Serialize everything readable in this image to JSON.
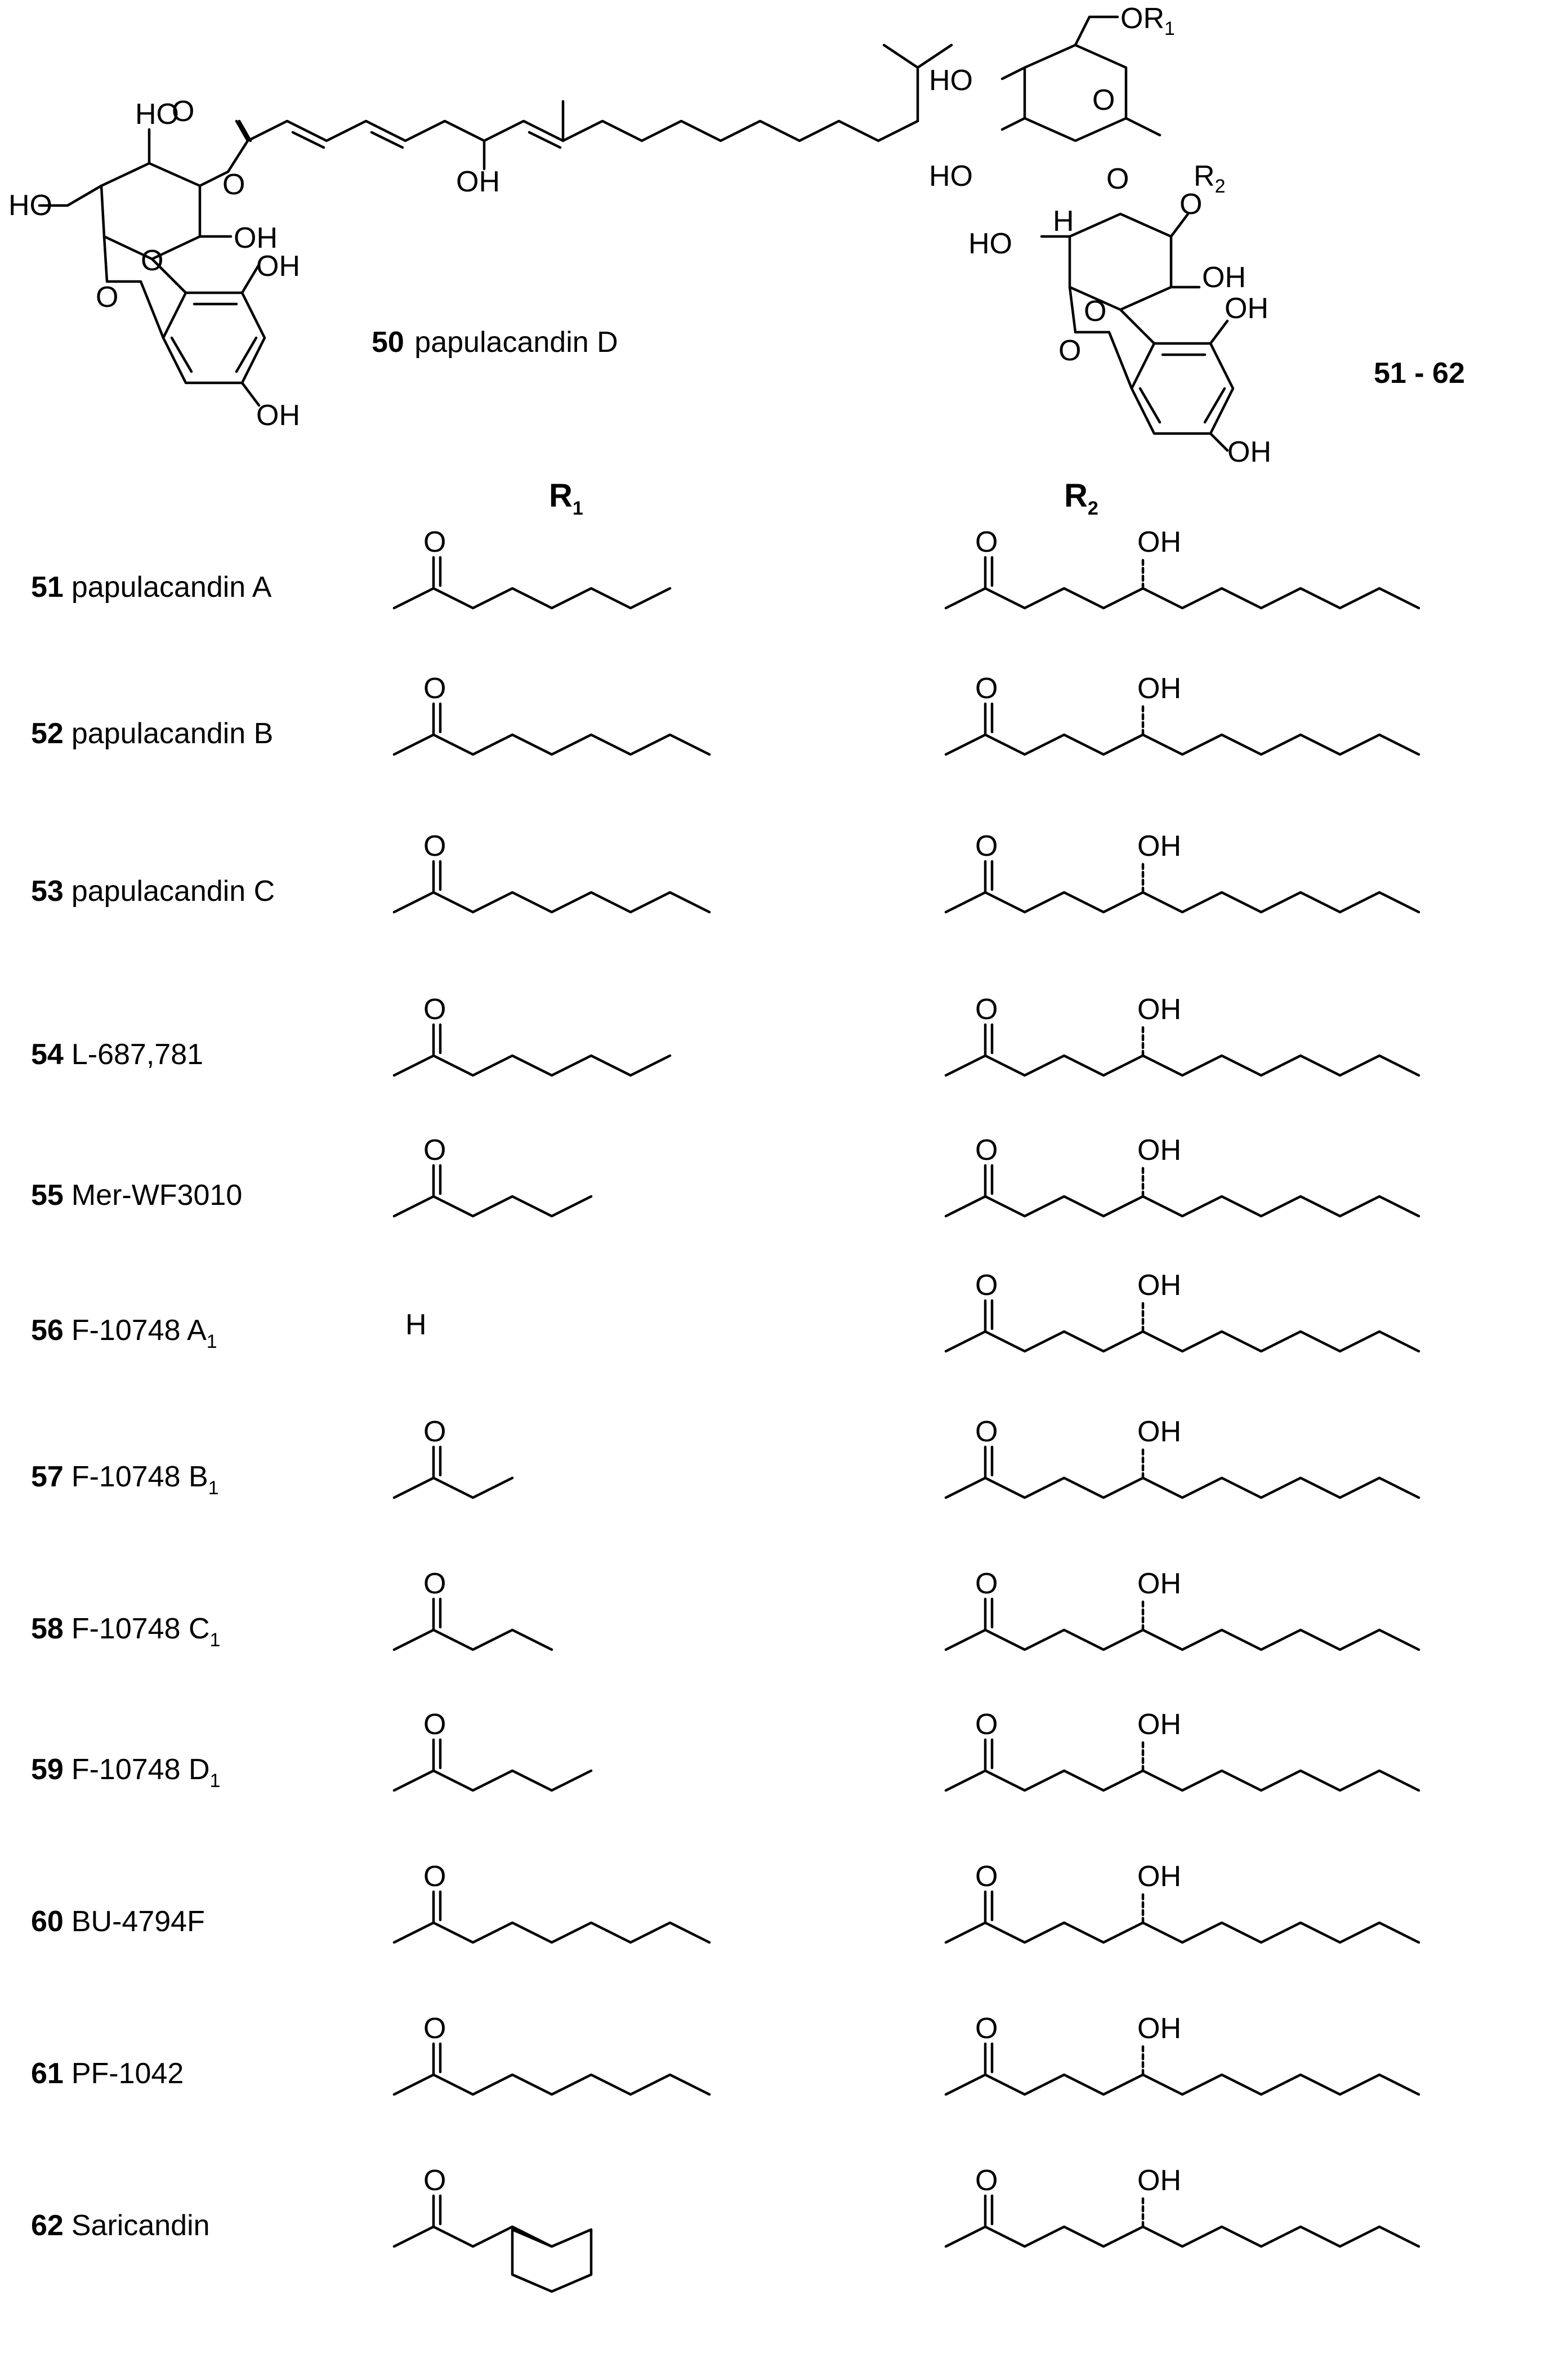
{
  "top": {
    "left_compound": {
      "number": "50",
      "name": "papulacandin D"
    },
    "right_compound": {
      "label": "51 - 62"
    }
  },
  "headers": {
    "r1": "R",
    "r1_sub": "1",
    "r2": "R",
    "r2_sub": "2"
  },
  "core_atoms": {
    "ho": "HO",
    "oh": "OH",
    "o": "O",
    "h": "H",
    "or": "OR",
    "r": "R",
    "or_sub": "1",
    "r_sub": "2"
  },
  "compounds": [
    {
      "number": "51",
      "name": "papulacandin A",
      "sub": ""
    },
    {
      "number": "52",
      "name": "papulacandin B",
      "sub": ""
    },
    {
      "number": "53",
      "name": "papulacandin C",
      "sub": ""
    },
    {
      "number": "54",
      "name": "L-687,781",
      "sub": ""
    },
    {
      "number": "55",
      "name": "Mer-WF3010",
      "sub": ""
    },
    {
      "number": "56",
      "name": "F-10748 A",
      "sub": "1"
    },
    {
      "number": "57",
      "name": "F-10748 B",
      "sub": "1"
    },
    {
      "number": "58",
      "name": "F-10748 C",
      "sub": "1"
    },
    {
      "number": "59",
      "name": "F-10748 D",
      "sub": "1"
    },
    {
      "number": "60",
      "name": "BU-4794F",
      "sub": ""
    },
    {
      "number": "61",
      "name": "PF-1042",
      "sub": ""
    },
    {
      "number": "62",
      "name": "Saricandin",
      "sub": ""
    }
  ],
  "r1_h_label": "H"
}
